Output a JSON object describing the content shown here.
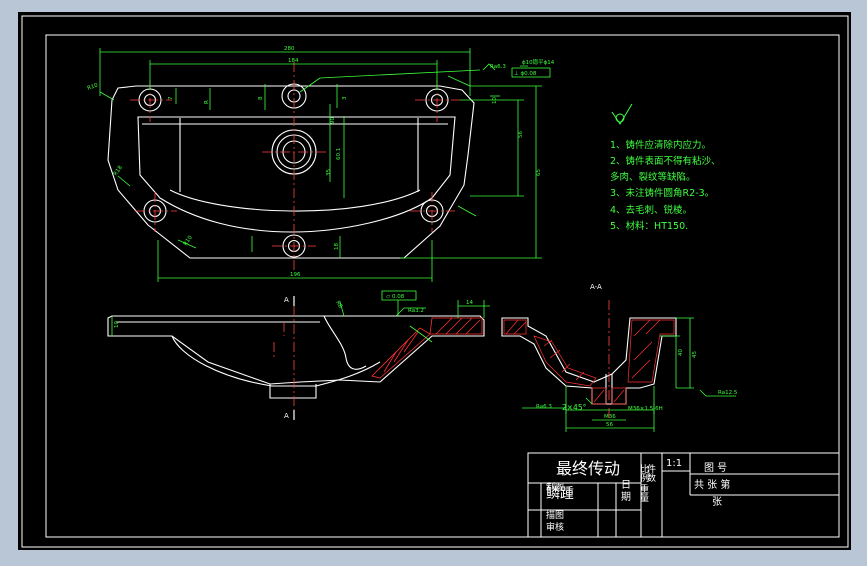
{
  "colors": {
    "window_bg": "#b9c6d6",
    "canvas_bg": "#000000",
    "line": "#ffffff",
    "dim": "#3cff3c",
    "center": "#ff4040",
    "hatch": "#ff3030",
    "notes": "#40ff40"
  },
  "plan_dims": {
    "top_overall": "280",
    "top_inner": "184",
    "hole_callout": "ϕ10锪平ϕ14",
    "perp_frame": "⊥ ϕ0.08",
    "roughness_callout": "Ra6.3",
    "r_topleft": "R10",
    "r_left": "R18",
    "r_bottomleft": "R10",
    "left_v1": "7",
    "left_v2": "R",
    "center_v1": "8",
    "center_v2": "3",
    "center_h1": "90",
    "center_h2": "60.1",
    "right_v1": "56",
    "right_v2": "65",
    "right_small": "10",
    "bottom_v": "35",
    "bottom_lower": "18",
    "bottom_overall": "196"
  },
  "section_marker": {
    "label_top": "A",
    "label_bottom": "A"
  },
  "elevation_dims": {
    "flatness_frame": "▱ 0.08",
    "roughness": "Ra3.2",
    "thickness": "14",
    "left_height": "10",
    "angle": "R8"
  },
  "section_view": {
    "title": "A-A",
    "dim_h1": "40",
    "dim_h2": "45",
    "roughness_left": "Ra6.3",
    "chamfer": "2×45°",
    "bore": "M36",
    "thread": "M36×1.5-6H",
    "width": "56",
    "roughness_right": "Ra12.5"
  },
  "notes": {
    "roughness_symbol": "√",
    "lines": [
      "1、铸件应清除内应力。",
      "2、铸件表面不得有粘沙、",
      "多肉、裂纹等缺陷。",
      "3、未注铸件圆角R2-3。",
      "4、去毛刺、锐棱。",
      "5、材料：HT150."
    ]
  },
  "title_block": {
    "part_name": "最终传动",
    "scale_label": "比例",
    "scale_value": "1:1",
    "drawing_no_label": "图 号",
    "count_label": "件数",
    "weight_label": "重量",
    "total_label": "共 张 第",
    "sheet_label": "张",
    "design_label": "制图",
    "review_label": "描图",
    "audit_label": "审核",
    "date_label1": "日",
    "date_label2": "期",
    "company_stacked": "鳞踵"
  }
}
